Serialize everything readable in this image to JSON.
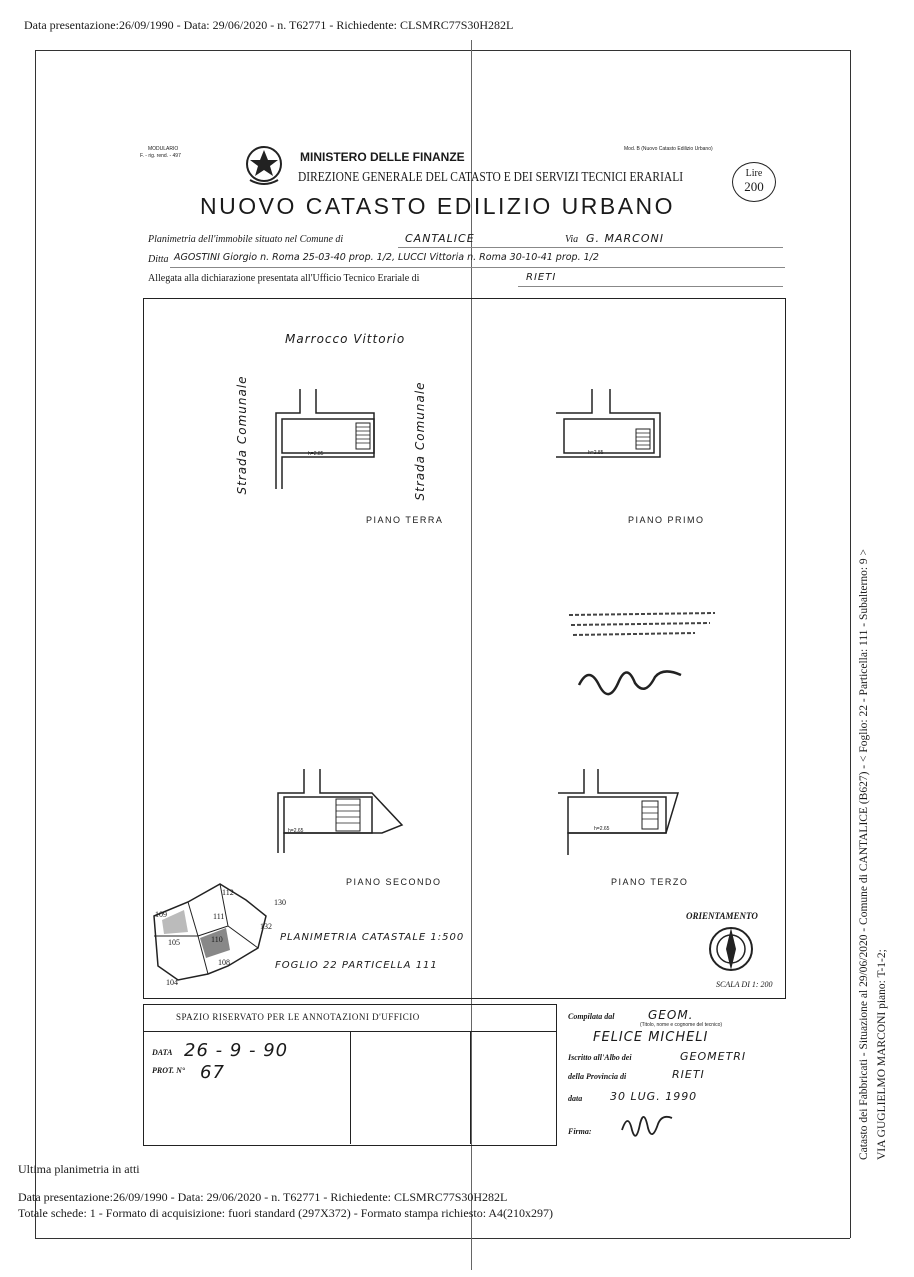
{
  "header": {
    "top_line": "Data presentazione:26/09/1990 - Data: 29/06/2020 - n. T62771 - Richiedente: CLSMRC77S30H282L"
  },
  "form": {
    "modulario": "MODULARIO",
    "modulario_code": "F. - rig. rend. - 497",
    "mod_b": "Mod. B (Nuovo Catasto Edilizio Urbano)",
    "ministry": "MINISTERO DELLE FINANZE",
    "direction": "DIREZIONE GENERALE DEL CATASTO E DEI SERVIZI TECNICI ERARIALI",
    "title": "NUOVO CATASTO EDILIZIO URBANO",
    "stamp_line1": "Lire",
    "stamp_line2": "200",
    "plan_label": "Planimetria dell'immobile situato nel Comune di",
    "plan_comune": "CANTALICE",
    "via_label": "Via",
    "via_value": "G. MARCONI",
    "ditta_label": "Ditta",
    "ditta_value": "AGOSTINI Giorgio n. Roma 25-03-40 prop. 1/2, LUCCI Vittoria n. Roma 30-10-41 prop. 1/2",
    "allegata_label": "Allegata alla dichiarazione presentata all'Ufficio Tecnico Erariale di",
    "allegata_value": "RIETI"
  },
  "drawing": {
    "neighbor": "Marrocco Vittorio",
    "road_left": "Strada Comunale",
    "road_mid": "Strada Comunale",
    "floors": [
      {
        "label": "PIANO TERRA",
        "height": "h=2.85"
      },
      {
        "label": "PIANO PRIMO",
        "height": "h=2.85"
      },
      {
        "label": "PIANO SECONDO",
        "height": "h=2.65"
      },
      {
        "label": "PIANO TERZO",
        "height": "h=2.65"
      }
    ],
    "planimetria": "PLANIMETRIA CATASTALE 1:500",
    "foglio": "FOGLIO 22 PARTICELLA 111",
    "orientamento": "ORIENTAMENTO",
    "scala": "SCALA DI 1: 200",
    "parcels": [
      "109",
      "112",
      "111",
      "130",
      "105",
      "110",
      "132",
      "108",
      "104"
    ]
  },
  "office": {
    "title": "SPAZIO RISERVATO PER LE ANNOTAZIONI D'UFFICIO",
    "data_label": "DATA",
    "data_value": "26 - 9 - 90",
    "prot_label": "PROT. N°",
    "prot_value": "67"
  },
  "compilata": {
    "label": "Compilata dal",
    "role": "GEOM.",
    "note": "(Titolo, nome e cognome del tecnico)",
    "name": "FELICE MICHELI",
    "albo_label": "Iscritto all'Albo dei",
    "albo_value": "GEOMETRI",
    "provincia_label": "della Provincia di",
    "provincia_value": "RIETI",
    "data_label": "data",
    "data_value": "30 LUG. 1990",
    "firma_label": "Firma:"
  },
  "side": {
    "line1": "Catasto dei Fabbricati - Situazione al 29/06/2020 - Comune di CANTALICE (B627) - < Foglio: 22 - Particella: 111 - Subalterno: 9 >",
    "line2": "VIA GUGLIELMO MARCONI piano: T-1-2;"
  },
  "footer": {
    "line1": "Ultima planimetria in atti",
    "line2": "Data presentazione:26/09/1990 - Data: 29/06/2020 - n. T62771 - Richiedente: CLSMRC77S30H282L",
    "line3": "Totale schede: 1 - Formato di acquisizione: fuori standard (297X372) - Formato stampa richiesto: A4(210x297)"
  }
}
